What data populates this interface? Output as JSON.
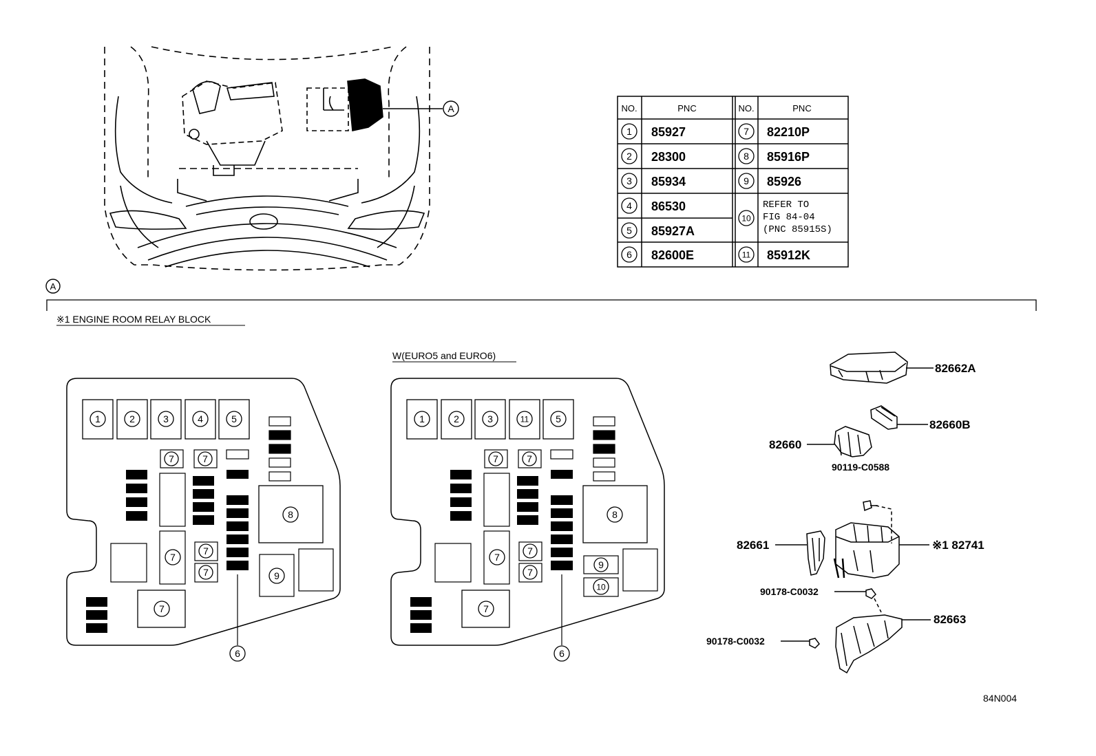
{
  "table": {
    "header_no": "NO.",
    "header_pnc": "PNC",
    "rows_left": [
      {
        "no": "1",
        "pnc": "85927"
      },
      {
        "no": "2",
        "pnc": "28300"
      },
      {
        "no": "3",
        "pnc": "85934"
      },
      {
        "no": "4",
        "pnc": "86530"
      },
      {
        "no": "5",
        "pnc": "85927A"
      },
      {
        "no": "6",
        "pnc": "82600E"
      }
    ],
    "rows_right": [
      {
        "no": "7",
        "pnc": "82210P"
      },
      {
        "no": "8",
        "pnc": "85916P"
      },
      {
        "no": "9",
        "pnc": "85926"
      },
      {
        "no": "10",
        "pnc_lines": [
          "REFER TO",
          "FIG 84-04",
          "(PNC 85915S)"
        ]
      },
      {
        "no": "11",
        "pnc": "85912K"
      }
    ]
  },
  "view_marker": "A",
  "section_marker": "A",
  "section_title": "※1 ENGINE ROOM RELAY BLOCK",
  "variant_title": "W(EURO5 and EURO6)",
  "block1": {
    "top_labels": [
      "1",
      "2",
      "3",
      "4",
      "5"
    ],
    "leader": "6"
  },
  "block2": {
    "top_labels": [
      "1",
      "2",
      "3",
      "11",
      "5"
    ],
    "leader": "6"
  },
  "block_labels": {
    "seven": "7",
    "eight": "8",
    "nine": "9",
    "ten": "10"
  },
  "parts": {
    "cover": "82662A",
    "cap": "82660B",
    "holder": "82660",
    "bolt": "90119-C0588",
    "fuse": "82661",
    "block": "※1 82741",
    "nut1": "90178-C0032",
    "bracket": "82663",
    "nut2": "90178-C0032"
  },
  "figure_code": "84N004"
}
